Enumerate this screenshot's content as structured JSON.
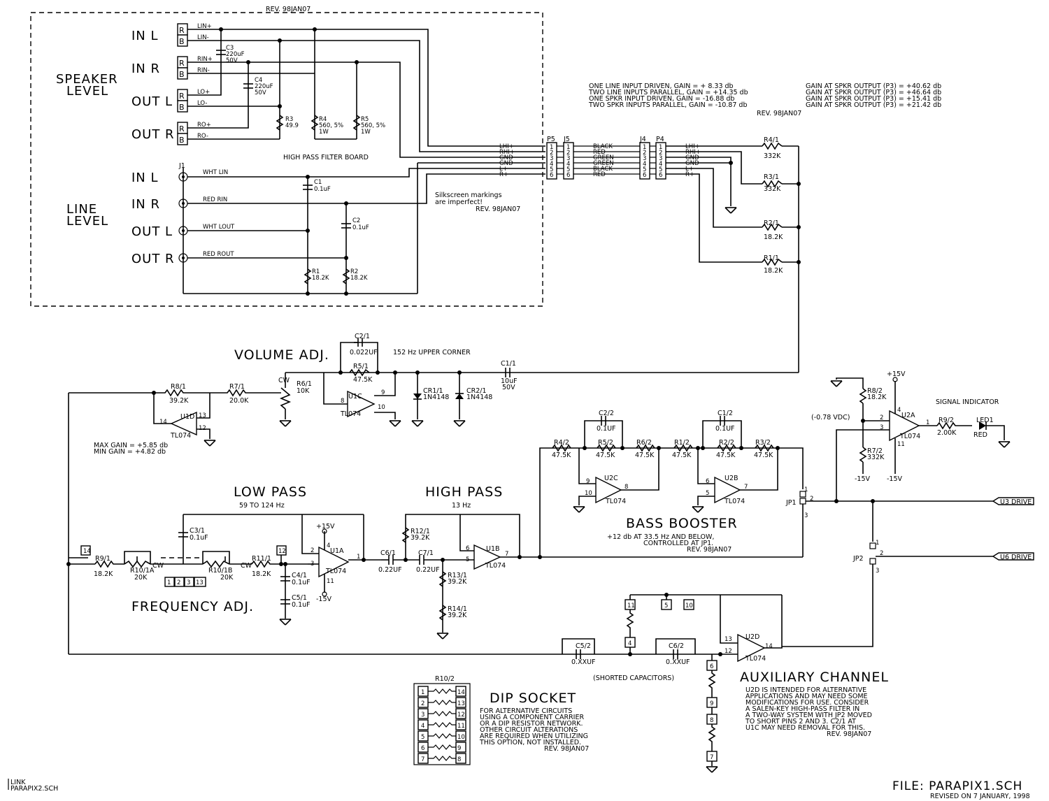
{
  "rev": "REV. 98JAN07",
  "board": {
    "title": "HIGH PASS FILTER BOARD",
    "speaker_level": [
      "SPEAKER",
      "LEVEL"
    ],
    "line_level": [
      "LINE",
      "LEVEL"
    ],
    "spk_ports": [
      "IN L",
      "IN R",
      "OUT L",
      "OUT R"
    ],
    "line_ports": [
      "IN L",
      "IN R",
      "OUT L",
      "OUT R"
    ],
    "rb": [
      "R",
      "B"
    ],
    "spk_nets": [
      "LIN+",
      "LIN-",
      "RIN+",
      "RIN-",
      "LO+",
      "LO-",
      "RO+",
      "RO-"
    ],
    "line_nets": [
      "WHT LIN",
      "RED RIN",
      "WHT LOUT",
      "RED ROUT"
    ],
    "j1": "J1",
    "c3": [
      "C3",
      "220uF",
      "50V"
    ],
    "c4": [
      "C4",
      "220uF",
      "50V"
    ],
    "r3": [
      "R3",
      "49.9"
    ],
    "r4": [
      "R4",
      "560, 5%",
      "1W"
    ],
    "r5": [
      "R5",
      "560, 5%",
      "1W"
    ],
    "c1": [
      "C1",
      "0.1uF"
    ],
    "c2": [
      "C2",
      "0.1uF"
    ],
    "r1": [
      "R1",
      "18.2K"
    ],
    "r2": [
      "R2",
      "18.2K"
    ],
    "silk": [
      "Silkscreen markings",
      "are imperfect!",
      "REV. 98JAN07"
    ]
  },
  "gain_notes": {
    "left": [
      "ONE LINE INPUT DRIVEN,    GAIN = + 8.33 db",
      "TWO LINE INPUTS PARALLEL, GAIN = +14.35 db",
      "ONE SPKR INPUT DRIVEN,    GAIN = -16.88 db",
      "TWO SPKR INPUTS PARALLEL, GAIN = -10.87 db"
    ],
    "right": [
      "GAIN AT SPKR OUTPUT (P3) = +40.62 db",
      "GAIN AT SPKR OUTPUT (P3) = +46.64 db",
      "GAIN AT SPKR OUTPUT (P3) = +15.41 db",
      "GAIN AT SPKR OUTPUT (P3) = +21.42 db"
    ],
    "rev": "REV. 98JAN07"
  },
  "connectors": {
    "names": [
      "P5",
      "J5",
      "J4",
      "P4"
    ],
    "pins": [
      "1",
      "2",
      "3",
      "4",
      "5",
      "6"
    ],
    "left_nets": [
      "LHI+",
      "RHI+",
      "GND",
      "GND",
      "L+",
      "R+"
    ],
    "colors": [
      "BLACK",
      "RED",
      "GREEN",
      "GREEN",
      "BLACK",
      "RED"
    ],
    "right_nets": [
      "LHI+",
      "RHI+",
      "GND",
      "GND",
      "L+",
      "R+"
    ],
    "res": [
      [
        "R4/1",
        "332K"
      ],
      [
        "R3/1",
        "332K"
      ],
      [
        "R2/1",
        "18.2K"
      ],
      [
        "R1/1",
        "18.2K"
      ]
    ]
  },
  "volume": {
    "title": "VOLUME ADJ.",
    "corner": "152 Hz UPPER CORNER",
    "c21": [
      "C2/1",
      "0.022UF"
    ],
    "r51": [
      "R5/1",
      "47.5K"
    ],
    "c11": [
      "C1/1",
      "10uF",
      "50V"
    ],
    "u1c": [
      "U1C",
      "TL074"
    ],
    "u1c_pins": [
      "8",
      "9",
      "10"
    ],
    "cr1": [
      "CR1/1",
      "1N4148"
    ],
    "cr2": [
      "CR2/1",
      "1N4148"
    ],
    "r61": [
      "R6/1",
      "10K"
    ],
    "cw": "CW",
    "r82": [
      "R8/1",
      "39.2K"
    ],
    "r71": [
      "R7/1",
      "20.0K"
    ],
    "u1d": [
      "U1D",
      "TL074"
    ],
    "u1d_pins": [
      "14",
      "13",
      "12"
    ],
    "gain": [
      "MAX GAIN = +5.85 db",
      "MIN GAIN = +4.82 db"
    ]
  },
  "lowpass": {
    "title": "LOW PASS",
    "range": "59 TO 124 Hz",
    "r91": [
      "R9/1",
      "18.2K"
    ],
    "r10a": [
      "R10/1A",
      "20K"
    ],
    "r10b": [
      "R10/1B",
      "20K"
    ],
    "r111": [
      "R11/1",
      "18.2K"
    ],
    "c31": [
      "C3/1",
      "0.1uF"
    ],
    "c41": [
      "C4/1",
      "0.1uF"
    ],
    "c51": [
      "C5/1",
      "0.1uF"
    ],
    "u1a": [
      "U1A",
      "TL074"
    ],
    "u1a_pins": [
      "2",
      "3",
      "1",
      "4",
      "11"
    ],
    "supply": [
      "+15V",
      "-15V"
    ],
    "cw": "CW",
    "tp": [
      "14",
      "12"
    ],
    "pins": [
      "1",
      "2",
      "3",
      "13"
    ],
    "freq_title": "FREQUENCY ADJ."
  },
  "highpass": {
    "title": "HIGH PASS",
    "freq": "13 Hz",
    "c61": [
      "C6/1",
      "0.22UF"
    ],
    "c71": [
      "C7/1",
      "0.22UF"
    ],
    "r121": [
      "R12/1",
      "39.2K"
    ],
    "r131": [
      "R13/1",
      "39.2K"
    ],
    "r141": [
      "R14/1",
      "39.2K"
    ],
    "u1b": [
      "U1B",
      "TL074"
    ],
    "u1b_pins": [
      "6",
      "5",
      "7"
    ]
  },
  "bass": {
    "title": "BASS BOOSTER",
    "note": [
      "+12 db AT 33.5 Hz AND BELOW,",
      "CONTROLLED AT JP1.",
      "REV. 98JAN07"
    ],
    "c22": [
      "C2/2",
      "0.1UF"
    ],
    "c12": [
      "C1/2",
      "0.1UF"
    ],
    "res": [
      [
        "R4/2",
        "47.5K"
      ],
      [
        "R5/2",
        "47.5K"
      ],
      [
        "R6/2",
        "47.5K"
      ],
      [
        "R1/2",
        "47.5K"
      ],
      [
        "R2/2",
        "47.5K"
      ],
      [
        "R3/2",
        "47.5K"
      ]
    ],
    "u2c": [
      "U2C",
      "TL074"
    ],
    "u2c_pins": [
      "9",
      "10",
      "8"
    ],
    "u2b": [
      "U2B",
      "TL074"
    ],
    "u2b_pins": [
      "6",
      "5",
      "7"
    ],
    "jp1": [
      "JP1",
      "1",
      "2",
      "3"
    ]
  },
  "signal": {
    "title": "SIGNAL INDICATOR",
    "vdc": "(-0.78 VDC)",
    "r82": [
      "R8/2",
      "18.2K"
    ],
    "r72": [
      "R7/2",
      "332K"
    ],
    "u2a": [
      "U2A",
      "TL074"
    ],
    "u2a_pins": [
      "2",
      "3",
      "1",
      "4",
      "11"
    ],
    "supply": [
      "+15V",
      "-15V",
      "-15V"
    ],
    "r92": [
      "R9/2",
      "2.00K"
    ],
    "led": [
      "LED1",
      "RED"
    ],
    "u3": "U3 DRIVE",
    "u6": "U6 DRIVE",
    "jp2": [
      "JP2",
      "1",
      "2",
      "3"
    ]
  },
  "aux": {
    "title": "AUXILIARY CHANNEL",
    "c52": [
      "C5/2",
      "0.XXUF"
    ],
    "c62": [
      "C6/2",
      "0.XXUF"
    ],
    "shorted": "(SHORTED CAPACITORS)",
    "u2d": [
      "U2D",
      "TL074"
    ],
    "u2d_pins": [
      "13",
      "12",
      "14"
    ],
    "boxes": [
      "11",
      "4",
      "5",
      "10",
      "6",
      "9",
      "8",
      "7"
    ],
    "note": [
      "U2D IS INTENDED FOR ALTERNATIVE",
      "APPLICATIONS AND MAY NEED SOME",
      "MODIFICATIONS FOR USE. CONSIDER",
      "A SALEN-KEY HIGH-PASS FILTER IN",
      "A TWO-WAY SYSTEM WITH JP2 MOVED",
      "TO SHORT PINS 2 AND 3. C2/1 AT",
      "U1C MAY NEED REMOVAL FOR THIS.",
      "REV. 98JAN07"
    ]
  },
  "dip": {
    "title": "DIP SOCKET",
    "ref": "R10/2",
    "left": [
      "1",
      "2",
      "3",
      "4",
      "5",
      "6",
      "7"
    ],
    "right": [
      "14",
      "13",
      "12",
      "11",
      "10",
      "9",
      "8"
    ],
    "note": [
      "FOR ALTERNATIVE CIRCUITS",
      "USING A COMPONENT CARRIER",
      "OR A DIP RESISTOR NETWORK.",
      "OTHER CIRCUIT ALTERATIONS",
      "ARE REQUIRED WHEN UTILIZING",
      "THIS OPTION, NOT INSTALLED.",
      "REV. 98JAN07"
    ]
  },
  "footer": {
    "link": [
      "LINK",
      "PARAPIX2.SCH"
    ],
    "file": "FILE: PARAPIX1.SCH",
    "revised": "REVISED ON 7 JANUARY, 1998"
  }
}
